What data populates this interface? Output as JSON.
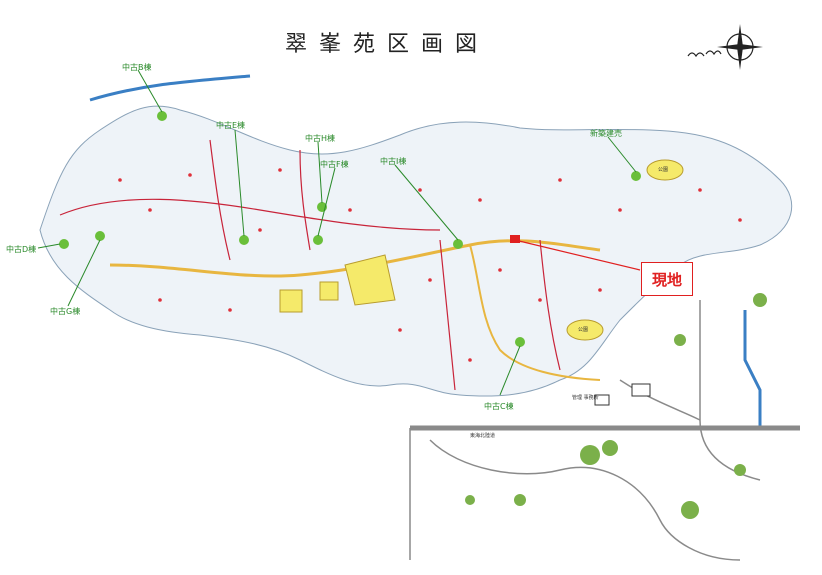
{
  "title": "翠峯苑区画図",
  "current_location_label": "現地",
  "labels": {
    "b": "中古B棟",
    "e": "中古E棟",
    "h": "中古H棟",
    "f": "中古F棟",
    "i": "中古I棟",
    "new": "新築建売",
    "d": "中古D棟",
    "g": "中古G棟",
    "c": "中古C棟"
  },
  "small_labels": {
    "park1": "公園",
    "park2": "公園",
    "office": "管理\n事務所",
    "station": "東海北陸道"
  },
  "colors": {
    "green": "#2a8a2a",
    "red": "#e02020",
    "road": "#e8b640",
    "river": "#3a7fc4",
    "park": "#f5ea6a"
  }
}
